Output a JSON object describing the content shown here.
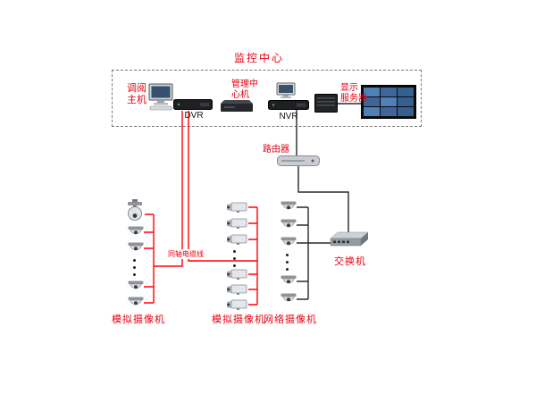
{
  "title": "监控中心",
  "monitoring_center": {
    "viewing_host_label": [
      "调阅",
      "主机"
    ],
    "dvr_label": "DVR",
    "management_label": [
      "管理中",
      "心机"
    ],
    "nvr_label": "NVR",
    "display_server_label": [
      "显示",
      "服务器"
    ]
  },
  "network": {
    "router_label": "路由器",
    "switch_label": "交换机",
    "coax_label": "同轴电缆线"
  },
  "camera_groups": [
    {
      "label": "模拟摄像机"
    },
    {
      "label": "模拟摄像机"
    },
    {
      "label": "网络摄像机"
    }
  ],
  "colors": {
    "label_red": "#e60012",
    "analog_line": "#ff0000",
    "network_line": "#26282b"
  }
}
